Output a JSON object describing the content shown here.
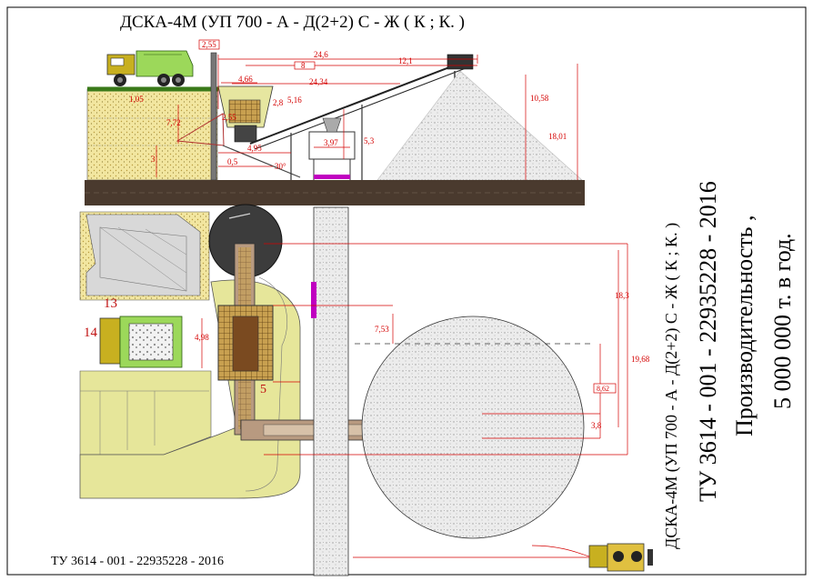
{
  "title": "ДСКА-4М (УП  700 - А - Д(2+2) С - Ж ( К ; К. )",
  "footer": "ТУ  3614 - 001 - 22935228 - 2016",
  "side": {
    "col1": "ДСКА-4М (УП  700 - А - Д(2+2) С - Ж ( К ; К. )",
    "col2": "ТУ  3614 - 001 - 22935228 - 2016",
    "col3": "Производительность ,",
    "col4": "5 000 000  т.  в  год."
  },
  "dims": {
    "d24_6": "24,6",
    "d2_55": "2,55",
    "d8": "8",
    "d12_1": "12,1",
    "d4_66": "4,66",
    "d24_34": "24,34",
    "d1_05": "1,05",
    "d5_16": "5,16",
    "d7_72": "7,72",
    "d3_97": "3,97",
    "d5_3": "5,3",
    "d10_58": "10,58",
    "d18_01": "18,01",
    "d4_95": "4,95",
    "d3": "3",
    "d0_5": "0,5",
    "d30": "30°",
    "d18_3": "18,3",
    "d19_68": "19,68",
    "d7_53": "7,53",
    "d4_98": "4,98",
    "d8_62": "8,62",
    "d3_8": "3,8",
    "d2_8": "2,8",
    "d2_55b": "2,55"
  },
  "labels": {
    "n13": "13",
    "n14": "14",
    "n5": "5"
  },
  "colors": {
    "ground": "#4a3a2e",
    "dim": "#d40000",
    "soil": "#f3e9a8",
    "olive": "#e6e69a",
    "truck": "#9cd85a",
    "gravel": "#e9e9e9",
    "magenta": "#c000c0"
  }
}
